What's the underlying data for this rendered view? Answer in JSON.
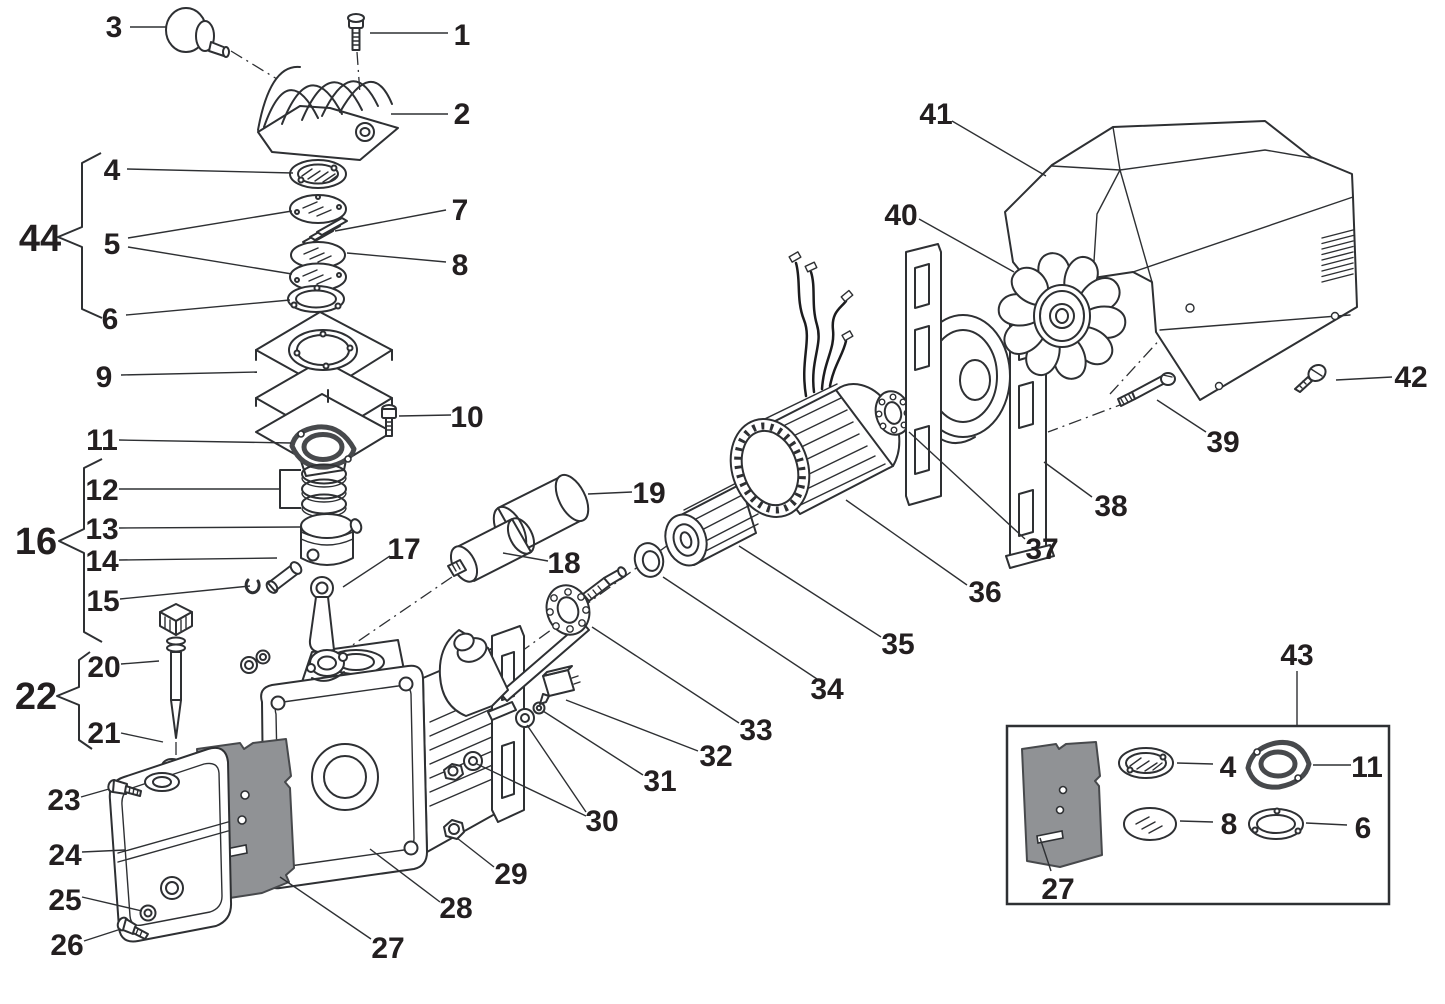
{
  "diagram": {
    "callouts": [
      "1",
      "2",
      "3",
      "4",
      "5",
      "6",
      "7",
      "8",
      "9",
      "10",
      "11",
      "12",
      "13",
      "14",
      "15",
      "16",
      "17",
      "18",
      "19",
      "20",
      "21",
      "22",
      "23",
      "24",
      "25",
      "26",
      "27",
      "28",
      "29",
      "30",
      "31",
      "32",
      "33",
      "34",
      "35",
      "36",
      "37",
      "38",
      "39",
      "40",
      "41",
      "42",
      "43",
      "44"
    ],
    "kit": {
      "label": "43",
      "items": [
        "27",
        "4",
        "11",
        "8",
        "6"
      ]
    },
    "colors": {
      "background": "#ffffff",
      "line": "#2e3033",
      "label": "#231f20",
      "gasket_gray": "#909295",
      "gasket_dark_outline": "#47494c",
      "wire_black": "#1c1c1e"
    }
  }
}
